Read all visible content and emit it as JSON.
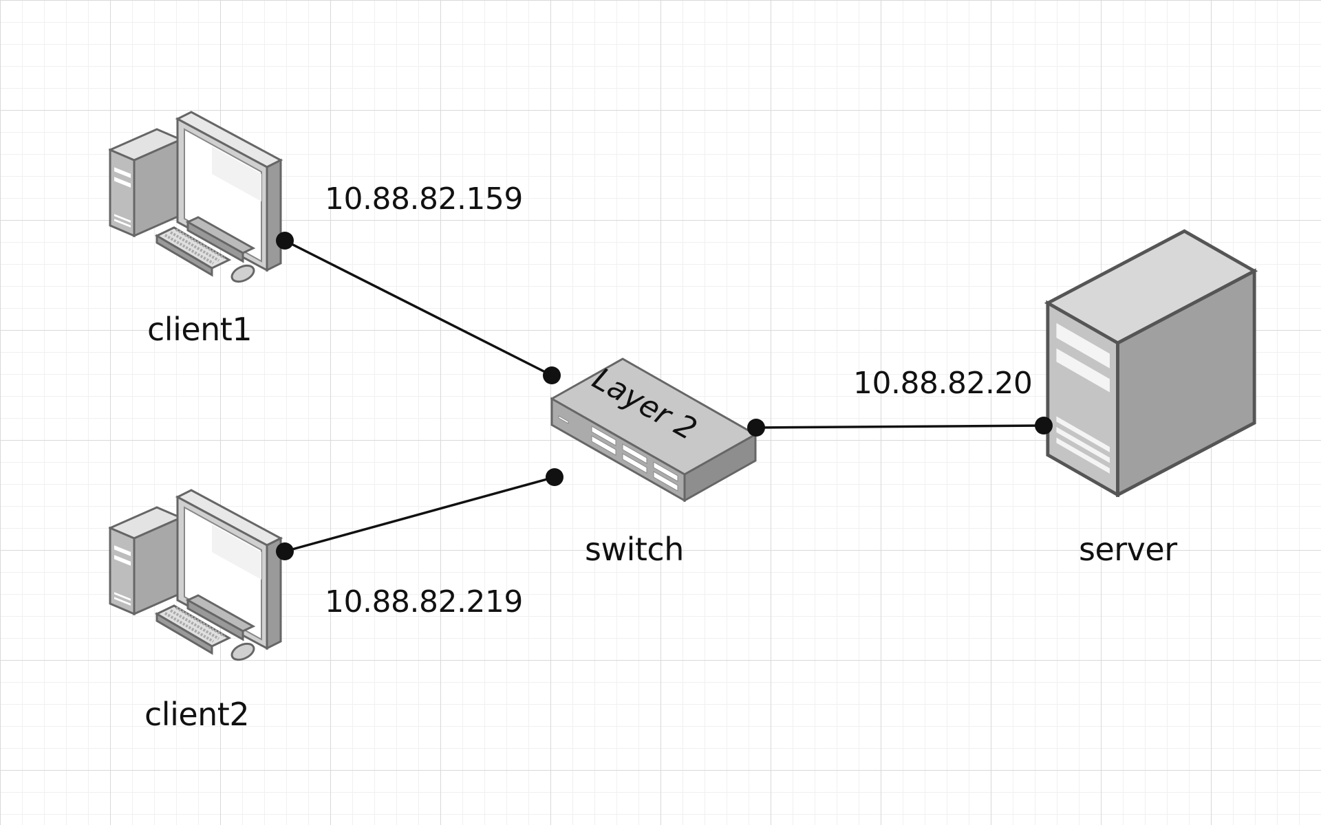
{
  "diagram": {
    "nodes": {
      "client1": {
        "label": "client1",
        "type": "workstation",
        "icon": "desktop-computer-icon"
      },
      "client2": {
        "label": "client2",
        "type": "workstation",
        "icon": "desktop-computer-icon"
      },
      "switch": {
        "label": "switch",
        "type": "switch",
        "icon": "layer2-switch-icon",
        "device_text": "Layer 2"
      },
      "server": {
        "label": "server",
        "type": "server",
        "icon": "server-tower-icon"
      }
    },
    "links": [
      {
        "from": "client1",
        "to": "switch",
        "ip": "10.88.82.159"
      },
      {
        "from": "client2",
        "to": "switch",
        "ip": "10.88.82.219"
      },
      {
        "from": "switch",
        "to": "server",
        "ip": "10.88.82.20"
      }
    ],
    "colors": {
      "line": "#111111",
      "device_light": "#d9d9d9",
      "device_mid": "#b3b3b3",
      "device_dark": "#8a8a8a",
      "device_stroke": "#666666"
    }
  }
}
